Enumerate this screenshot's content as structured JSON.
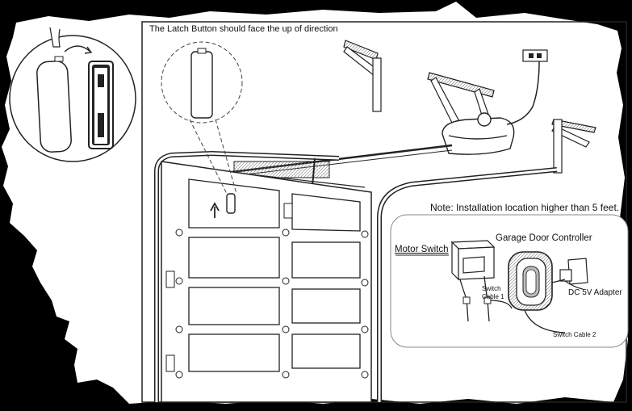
{
  "labels": {
    "latch_note": "The Latch Button should face the up of direction",
    "install_note": "Note: Installation location higher than 5 feet.",
    "controller": "Garage Door Controller",
    "motor_switch": "Motor Switch",
    "switch_cable_1": "Switch Cable 1",
    "dc_adapter": "DC 5V Adapter",
    "switch_cable_2": "Switch Cable 2"
  },
  "colors": {
    "background": "#000000",
    "paper": "#ffffff",
    "line": "#222222",
    "shade": "#bdbdbd"
  },
  "icons": [
    "finger-icon",
    "up-arrow-icon",
    "wall-outlet-icon"
  ]
}
